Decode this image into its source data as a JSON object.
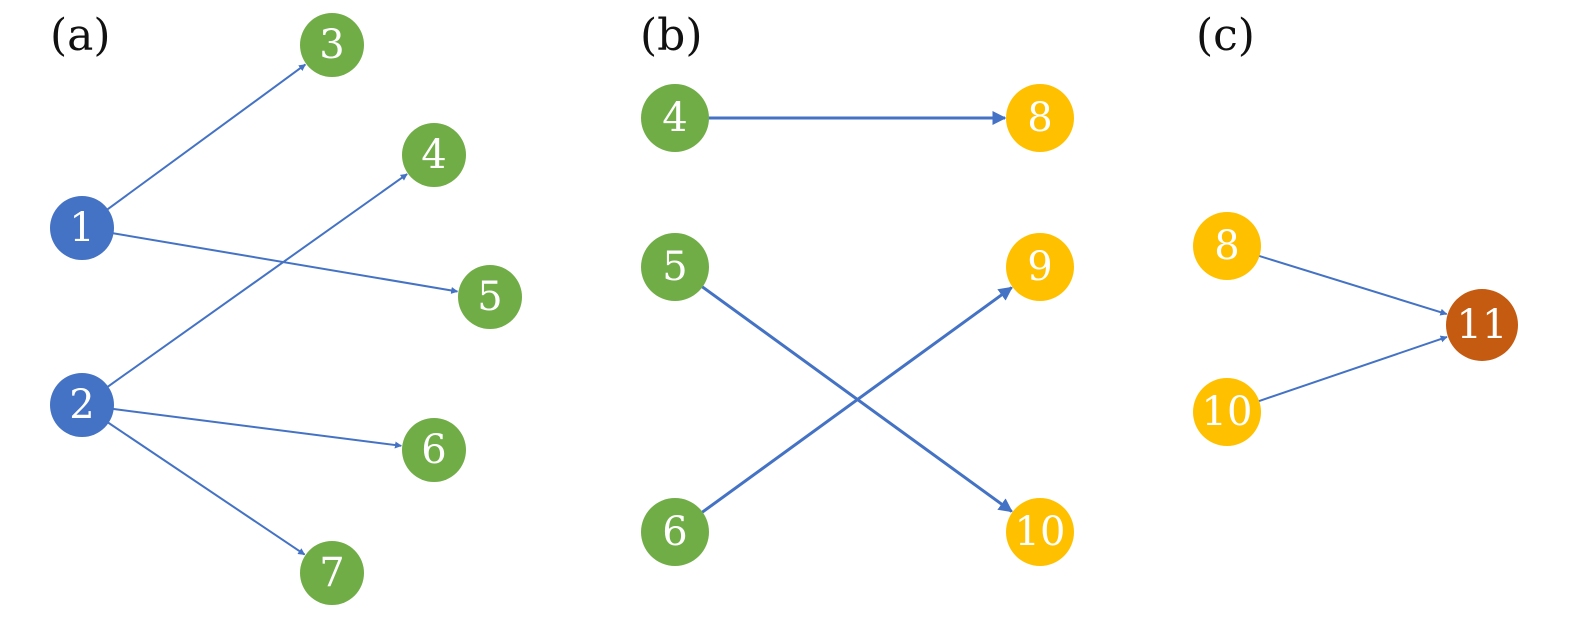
{
  "colors": {
    "source": "#4472c4",
    "intermediate": "#70ad47",
    "target": "#ffc000",
    "sink": "#c55a11",
    "edge": "#4472c4"
  },
  "panels": [
    {
      "label": "(a)",
      "nodes": [
        {
          "text": "1",
          "role": "source"
        },
        {
          "text": "2",
          "role": "source"
        },
        {
          "text": "3",
          "role": "intermediate"
        },
        {
          "text": "4",
          "role": "intermediate"
        },
        {
          "text": "5",
          "role": "intermediate"
        },
        {
          "text": "6",
          "role": "intermediate"
        },
        {
          "text": "7",
          "role": "intermediate"
        }
      ],
      "edges": [
        {
          "from": "1",
          "to": "3"
        },
        {
          "from": "1",
          "to": "5"
        },
        {
          "from": "2",
          "to": "4"
        },
        {
          "from": "2",
          "to": "6"
        },
        {
          "from": "2",
          "to": "7"
        }
      ]
    },
    {
      "label": "(b)",
      "nodes": [
        {
          "text": "4",
          "role": "intermediate"
        },
        {
          "text": "5",
          "role": "intermediate"
        },
        {
          "text": "6",
          "role": "intermediate"
        },
        {
          "text": "8",
          "role": "target"
        },
        {
          "text": "9",
          "role": "target"
        },
        {
          "text": "10",
          "role": "target"
        }
      ],
      "edges": [
        {
          "from": "4",
          "to": "8"
        },
        {
          "from": "5",
          "to": "10"
        },
        {
          "from": "6",
          "to": "9"
        }
      ]
    },
    {
      "label": "(c)",
      "nodes": [
        {
          "text": "8",
          "role": "target"
        },
        {
          "text": "10",
          "role": "target"
        },
        {
          "text": "11",
          "role": "sink"
        }
      ],
      "edges": [
        {
          "from": "8",
          "to": "11"
        },
        {
          "from": "10",
          "to": "11"
        }
      ]
    }
  ]
}
